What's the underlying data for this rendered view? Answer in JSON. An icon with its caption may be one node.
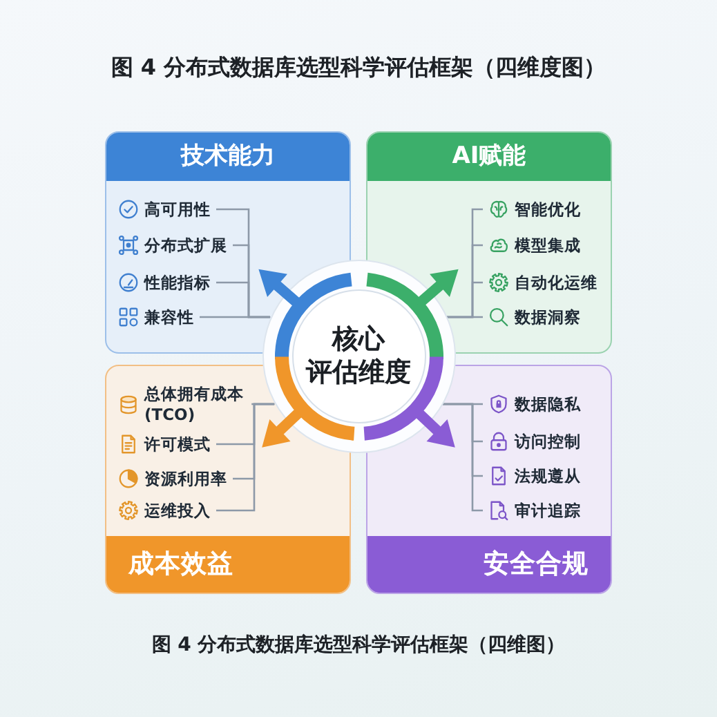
{
  "diagram": {
    "title": "图 4 分布式数据库选型科学评估框架（四维度图）",
    "caption": "图 4 分布式数据库选型科学评估框架（四维图）",
    "nodes": [
      {
        "text": [
          "技术能力"
        ]
      },
      {
        "text": [
          "高可用性"
        ],
        "in": 0
      },
      {
        "text": [
          "分布式扩展"
        ],
        "in": 0
      },
      {
        "text": [
          "性能指标"
        ],
        "in": 0
      },
      {
        "text": [
          "兼容性"
        ],
        "in": 0
      },
      {
        "text": [
          "AI赋能"
        ]
      },
      {
        "text": [
          "智能优化"
        ],
        "in": 5
      },
      {
        "text": [
          "模型集成"
        ],
        "in": 5
      },
      {
        "text": [
          "自动化运维"
        ],
        "in": 5
      },
      {
        "text": [
          "数据洞察"
        ],
        "in": 5
      },
      {
        "text": [
          "核心评估维度"
        ]
      },
      {
        "text": [
          "成本效益"
        ]
      },
      {
        "text": [
          "总体拥有成本 (TCO)"
        ],
        "in": 11
      },
      {
        "text": [
          "许可模式"
        ],
        "in": 11
      },
      {
        "text": [
          "资源利用率"
        ],
        "in": 11
      },
      {
        "text": [
          "运维投入"
        ],
        "in": 11
      },
      {
        "text": [
          "安全合规"
        ]
      },
      {
        "text": [
          "数据隐私"
        ],
        "in": 16
      },
      {
        "text": [
          "访问控制"
        ],
        "in": 16
      },
      {
        "text": [
          "法规遵从"
        ],
        "in": 16
      },
      {
        "text": [
          "审计追踪"
        ],
        "in": 16
      }
    ],
    "edges": [
      {
        "from": 1,
        "to": 10,
        "arrow": "none"
      },
      {
        "from": 2,
        "to": 10,
        "arrow": "none"
      },
      {
        "from": 3,
        "to": 10,
        "arrow": "none"
      },
      {
        "from": 4,
        "to": 10,
        "arrow": "none"
      },
      {
        "from": 6,
        "to": 10,
        "arrow": "none"
      },
      {
        "from": 7,
        "to": 10,
        "arrow": "none"
      },
      {
        "from": 8,
        "to": 10,
        "arrow": "none"
      },
      {
        "from": 9,
        "to": 10,
        "arrow": "none"
      },
      {
        "from": 12,
        "to": 10,
        "arrow": "none"
      },
      {
        "from": 13,
        "to": 10,
        "arrow": "none"
      },
      {
        "from": 14,
        "to": 10,
        "arrow": "none"
      },
      {
        "from": 15,
        "to": 10,
        "arrow": "none"
      },
      {
        "from": 17,
        "to": 10,
        "arrow": "none"
      },
      {
        "from": 18,
        "to": 10,
        "arrow": "none"
      },
      {
        "from": 19,
        "to": 10,
        "arrow": "none"
      },
      {
        "from": 20,
        "to": 10,
        "arrow": "none"
      }
    ]
  }
}
